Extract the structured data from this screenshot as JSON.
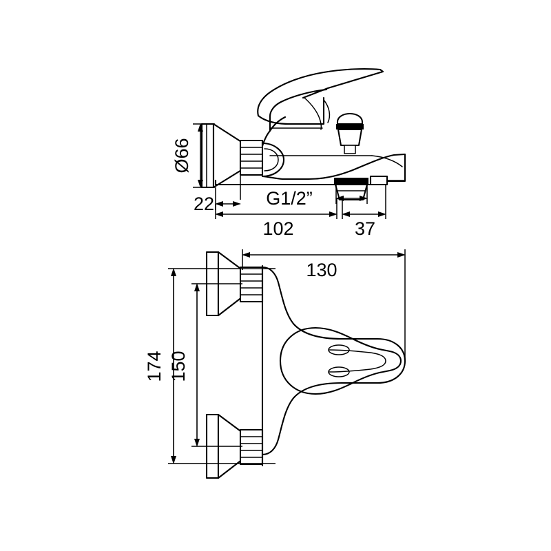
{
  "document": {
    "type": "technical-drawing",
    "subject": "Wall-mounted single-lever bath/shower mixer tap",
    "views": [
      {
        "id": "side-elevation",
        "name": "Side elevation view"
      },
      {
        "id": "top-plan",
        "name": "Top plan view"
      }
    ],
    "background_color": "#ffffff",
    "line_color": "#000000"
  },
  "dimensions": {
    "diameter_flange": {
      "label": "Ø66",
      "value": 66,
      "unit": "mm",
      "symbol": "Ø",
      "orientation": "vertical",
      "view": "side-elevation"
    },
    "wall_offset": {
      "label": "22",
      "value": 22,
      "unit": "mm",
      "orientation": "horizontal",
      "view": "side-elevation"
    },
    "thread_spec": {
      "label": "G1/2”",
      "value": "G1/2\"",
      "unit": "inch-BSP",
      "orientation": "horizontal",
      "view": "side-elevation"
    },
    "body_length": {
      "label": "102",
      "value": 102,
      "unit": "mm",
      "orientation": "horizontal",
      "view": "side-elevation"
    },
    "spout_overhang": {
      "label": "37",
      "value": 37,
      "unit": "mm",
      "orientation": "horizontal",
      "view": "side-elevation"
    },
    "overall_projection": {
      "label": "130",
      "value": 130,
      "unit": "mm",
      "orientation": "horizontal",
      "view": "top-plan"
    },
    "overall_width": {
      "label": "174",
      "value": 174,
      "unit": "mm",
      "orientation": "vertical",
      "view": "top-plan"
    },
    "inlet_centres": {
      "label": "150",
      "value": 150,
      "unit": "mm",
      "orientation": "vertical",
      "view": "top-plan"
    }
  },
  "components": {
    "lever_handle": "lever-handle",
    "diverter_button": "diverter-button",
    "mixer_body": "mixer-body",
    "spout_outlet": "spout-outlet",
    "wall_escutcheon_upper": "wall-escutcheon",
    "wall_escutcheon_lower": "wall-escutcheon",
    "inlet_union_nut": "inlet-union-nut",
    "shower_outlet": "shower-outlet"
  }
}
